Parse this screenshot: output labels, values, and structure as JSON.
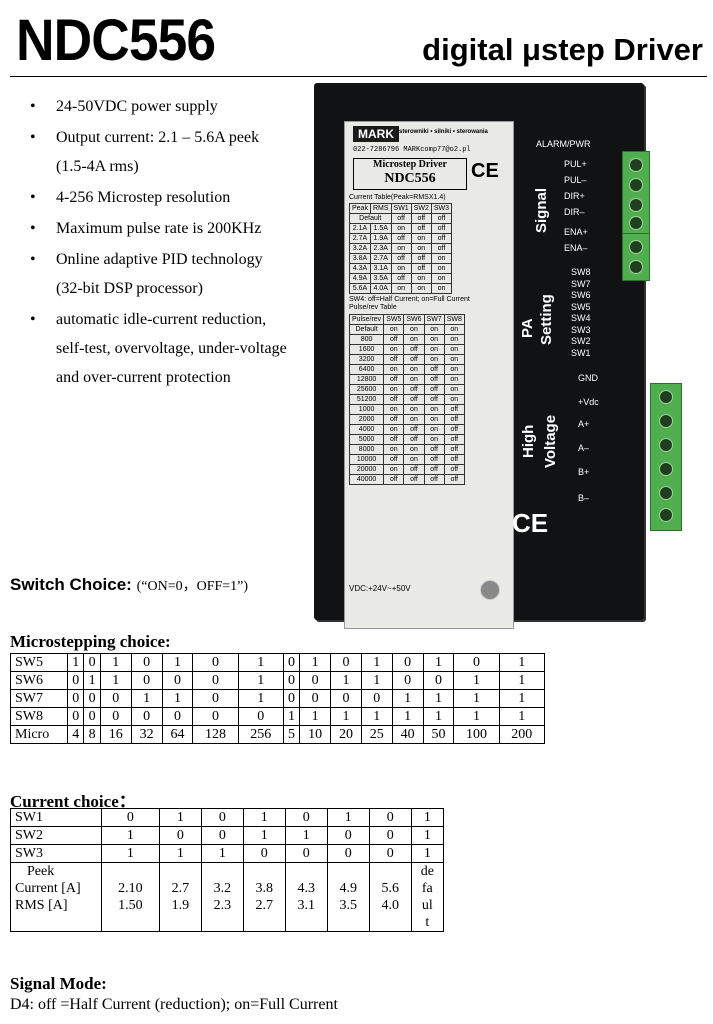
{
  "header": {
    "model": "NDC556",
    "subtitle": "digital μstep Driver"
  },
  "features": [
    {
      "lines": [
        "24-50VDC power supply"
      ]
    },
    {
      "lines": [
        "Output current: 2.1 – 5.6A peek",
        "(1.5-4A rms)"
      ]
    },
    {
      "lines": [
        "4-256 Microstep resolution"
      ]
    },
    {
      "lines": [
        "Maximum pulse rate is 200KHz"
      ]
    },
    {
      "lines": [
        "Online adaptive PID technology",
        "(32-bit DSP processor)"
      ]
    },
    {
      "lines": [
        "automatic idle-current reduction,",
        "self-test, overvoltage, under-voltage",
        "and over-current protection"
      ]
    }
  ],
  "bullet": "•",
  "driver": {
    "brand": "MARK",
    "brand_tag": "sterowniki • silniki • sterowania",
    "contact": "022-7286796 MARKcomp77@o2.pl",
    "model_line1": "Microstep Driver",
    "model_line2": "NDC556",
    "ce": "CE",
    "current_table_title": "Current Table(Peak=RMSX1.4)",
    "current_table": [
      [
        "Peak",
        "RMS",
        "SW1",
        "SW2",
        "SW3"
      ],
      [
        "Default",
        "",
        "off",
        "off",
        "off"
      ],
      [
        "2.1A",
        "1.5A",
        "on",
        "off",
        "off"
      ],
      [
        "2.7A",
        "1.9A",
        "off",
        "on",
        "off"
      ],
      [
        "3.2A",
        "2.3A",
        "on",
        "on",
        "off"
      ],
      [
        "3.8A",
        "2.7A",
        "off",
        "off",
        "on"
      ],
      [
        "4.3A",
        "3.1A",
        "on",
        "off",
        "on"
      ],
      [
        "4.9A",
        "3.5A",
        "off",
        "on",
        "on"
      ],
      [
        "5.6A",
        "4.0A",
        "on",
        "on",
        "on"
      ]
    ],
    "sw4_note": "SW4: off=Half Current; on=Full Current",
    "pulse_table_title": "Pulse/rev Table",
    "pulse_table": [
      [
        "Pulse/rev",
        "SW5",
        "SW6",
        "SW7",
        "SW8"
      ],
      [
        "Default",
        "on",
        "on",
        "on",
        "on"
      ],
      [
        "800",
        "off",
        "on",
        "on",
        "on"
      ],
      [
        "1600",
        "on",
        "off",
        "on",
        "on"
      ],
      [
        "3200",
        "off",
        "off",
        "on",
        "on"
      ],
      [
        "6400",
        "on",
        "on",
        "off",
        "on"
      ],
      [
        "12800",
        "off",
        "on",
        "off",
        "on"
      ],
      [
        "25600",
        "on",
        "off",
        "off",
        "on"
      ],
      [
        "51200",
        "off",
        "off",
        "off",
        "on"
      ],
      [
        "1000",
        "on",
        "on",
        "on",
        "off"
      ],
      [
        "2000",
        "off",
        "on",
        "on",
        "off"
      ],
      [
        "4000",
        "on",
        "off",
        "on",
        "off"
      ],
      [
        "5000",
        "off",
        "off",
        "on",
        "off"
      ],
      [
        "8000",
        "on",
        "on",
        "off",
        "off"
      ],
      [
        "10000",
        "off",
        "on",
        "off",
        "off"
      ],
      [
        "20000",
        "on",
        "off",
        "off",
        "off"
      ],
      [
        "40000",
        "off",
        "off",
        "off",
        "off"
      ]
    ],
    "vdc": "VDC:+24V~+50V",
    "alarm": "ALARM/PWR",
    "signal_pins": [
      "PUL+",
      "PUL–",
      "DIR+",
      "DIR–",
      "ENA+",
      "ENA–"
    ],
    "signal_label": "Signal",
    "pa_label": "PA",
    "setting_label": "Setting",
    "sw_labels": [
      "SW8",
      "SW7",
      "SW6",
      "SW5",
      "SW4",
      "SW3",
      "SW2",
      "SW1"
    ],
    "hv_pins": [
      "GND",
      "+Vdc",
      "A+",
      "A–",
      "B+",
      "B–"
    ],
    "high_label": "High",
    "voltage_label": "Voltage"
  },
  "switch_choice": {
    "title": "Switch Choice:",
    "note": "(“ON=0，OFF=1”)"
  },
  "microstepping": {
    "title": "Microstepping choice:",
    "rows": [
      [
        "SW5",
        "1",
        "0",
        "1",
        "0",
        "1",
        "0",
        "1",
        "0",
        "1",
        "0",
        "1",
        "0",
        "1",
        "0",
        "1"
      ],
      [
        "SW6",
        "0",
        "1",
        "1",
        "0",
        "0",
        "0",
        "1",
        "0",
        "0",
        "1",
        "1",
        "0",
        "0",
        "1",
        "1"
      ],
      [
        "SW7",
        "0",
        "0",
        "0",
        "1",
        "1",
        "0",
        "1",
        "0",
        "0",
        "0",
        "0",
        "1",
        "1",
        "1",
        "1"
      ],
      [
        "SW8",
        "0",
        "0",
        "0",
        "0",
        "0",
        "0",
        "0",
        "1",
        "1",
        "1",
        "1",
        "1",
        "1",
        "1",
        "1"
      ],
      [
        "Micro",
        "4",
        "8",
        "16",
        "32",
        "64",
        "128",
        "256",
        "5",
        "10",
        "20",
        "25",
        "40",
        "50",
        "100",
        "200"
      ]
    ]
  },
  "current_choice": {
    "title": "Current choice：",
    "rows": [
      [
        "SW1",
        "0",
        "1",
        "0",
        "1",
        "0",
        "1",
        "0",
        "1"
      ],
      [
        "SW2",
        "1",
        "0",
        "0",
        "1",
        "1",
        "0",
        "0",
        "1"
      ],
      [
        "SW3",
        "1",
        "1",
        "1",
        "0",
        "0",
        "0",
        "0",
        "1"
      ]
    ],
    "last_row": {
      "label_lines": [
        "Peek",
        "Current [A]",
        "RMS [A]"
      ],
      "cells": [
        [
          "2.10",
          "1.50"
        ],
        [
          "2.7",
          "1.9"
        ],
        [
          "3.2",
          "2.3"
        ],
        [
          "3.8",
          "2.7"
        ],
        [
          "4.3",
          "3.1"
        ],
        [
          "4.9",
          "3.5"
        ],
        [
          "5.6",
          "4.0"
        ]
      ],
      "default_lines": [
        "de",
        "fa",
        "ul",
        "t"
      ]
    }
  },
  "signal_mode": {
    "title": "Signal Mode:",
    "text": "D4: off =Half Current (reduction); on=Full Current"
  }
}
